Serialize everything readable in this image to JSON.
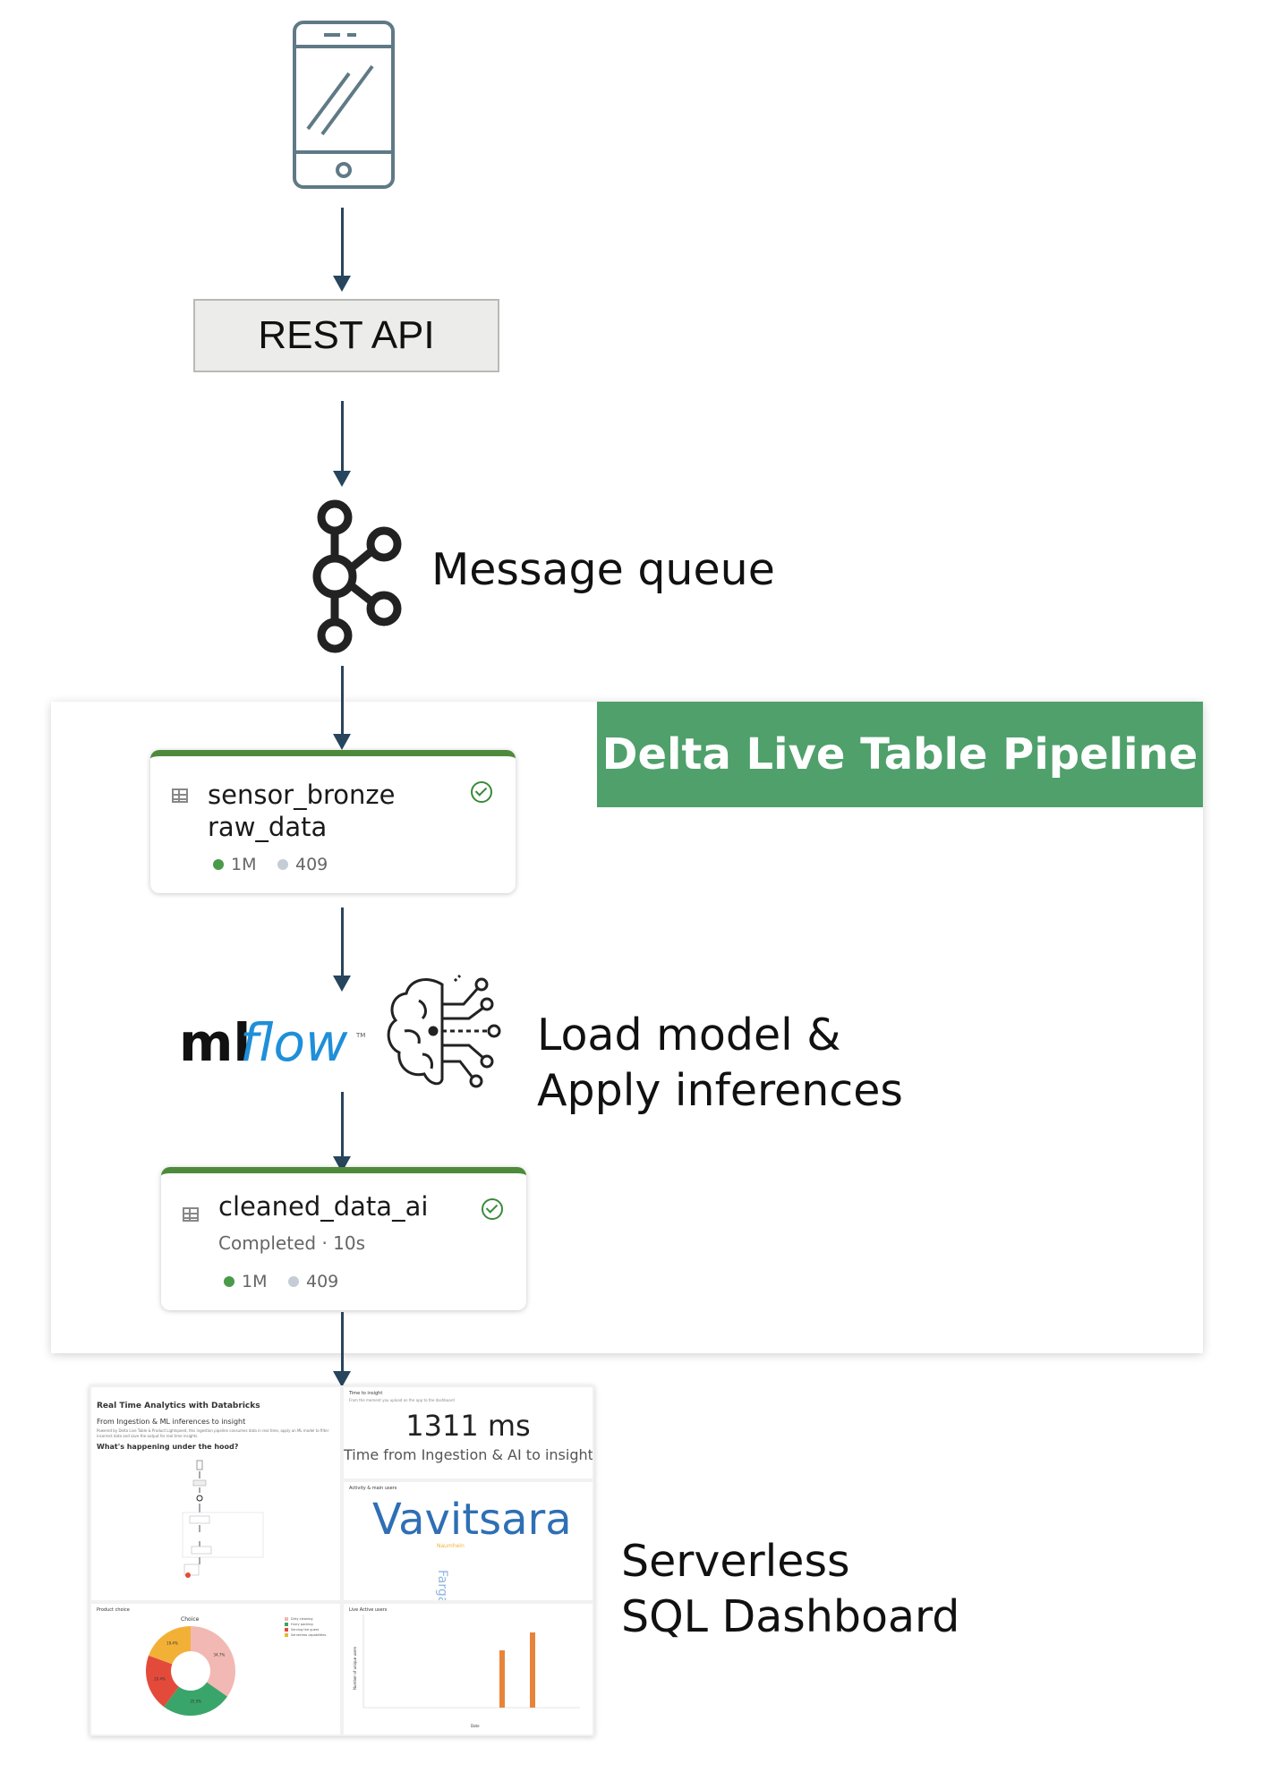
{
  "rest_api": {
    "label": "REST API"
  },
  "message_queue": {
    "label": "Message queue"
  },
  "pipeline": {
    "title": "Delta Live Table Pipeline"
  },
  "node_bronze": {
    "line1": "sensor_bronze",
    "line2": "raw_data",
    "stat1": "1M",
    "stat2": "409"
  },
  "model": {
    "line1": "Load model &",
    "line2": "Apply inferences",
    "logo_text_ml": "ml",
    "logo_text_flow": "flow",
    "logo_tm": "TM"
  },
  "node_clean": {
    "name": "cleaned_data_ai",
    "status": "Completed · 10s",
    "stat1": "1M",
    "stat2": "409"
  },
  "serverless": {
    "line1": "Serverless",
    "line2": "SQL Dashboard"
  },
  "dashboard": {
    "title": "Real Time Analytics with Databricks",
    "subtitle": "From Ingestion & ML inferences to insight",
    "desc": "Powered by Delta Live Table & Product Lightspeed, this ingestion pipeline consumes data in real time, apply an ML model to filter incorrect data and save the output for real time insights",
    "question": "What's happening under the hood?",
    "metric_header": "Time to insight",
    "metric_sub": "From the moment you upload on the app to the dashboard",
    "metric_value": "1311 ms",
    "metric_label": "Time from Ingestion & AI to insight",
    "words_header": "Activity & main users",
    "word_main": "Vavitsara",
    "word_small1": "Fargani",
    "word_small2": "Naumhein",
    "pie_header": "Product choice",
    "pie_title": "Choice",
    "bar_header": "Live Active users",
    "bar_xlabel": "Date",
    "bar_ylabel": "Number of unique users",
    "pie_legend": [
      "Dirty cleaning",
      "Hurry packing",
      "Serving the guest",
      "Serverless capabilities"
    ]
  },
  "chart_data": {
    "type": "pie",
    "title": "Choice",
    "labels": [
      "Dirty cleaning",
      "Hurry packing",
      "Serving the guest",
      "Serverless capabilities"
    ],
    "values": [
      34.7,
      25.5,
      20.4,
      19.4
    ],
    "colors": [
      "#f2b8b3",
      "#3aa56a",
      "#e44a3a",
      "#f2b136"
    ]
  }
}
